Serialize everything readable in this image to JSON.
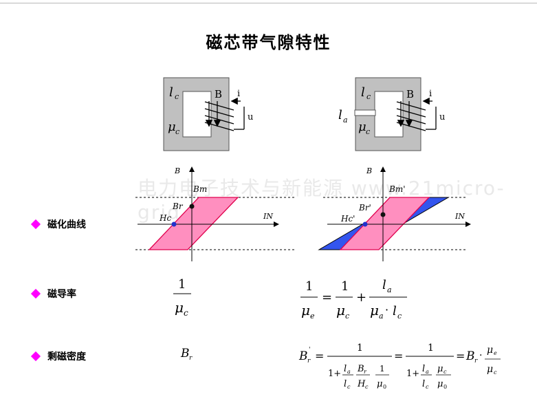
{
  "title": "磁芯带气隙特性",
  "bullets": [
    {
      "label": "磁化曲线"
    },
    {
      "label": "磁导率"
    },
    {
      "label": "剩磁密度"
    }
  ],
  "watermark": "电力电子技术与新能源 www.21micro-grid.cn",
  "core_left": {
    "lc": "l",
    "lc_sub": "c",
    "muc": "μ",
    "muc_sub": "c",
    "B": "B",
    "i": "i",
    "u": "u"
  },
  "core_right": {
    "lc": "l",
    "lc_sub": "c",
    "muc": "μ",
    "muc_sub": "c",
    "la": "l",
    "la_sub": "a",
    "B": "B",
    "i": "i",
    "u": "u"
  },
  "curve_left": {
    "B": "B",
    "Bm": "Bm",
    "Br": "Br",
    "Hc": "Hc",
    "IN": "IN"
  },
  "curve_right": {
    "B": "B",
    "Bm": "Bm'",
    "Br": "Br'",
    "Hc": "Hc'",
    "IN": "IN"
  },
  "colors": {
    "hysteresis_fill": "#ff8fbf",
    "hysteresis_stroke": "#e0004d",
    "blue_fill": "#3355ee",
    "core_fill": "#c0c0c0",
    "bullet": "#ff00ff"
  },
  "formulas": {
    "perm_left_num": "1",
    "perm_left_den": "μ",
    "perm_left_den_sub": "c",
    "perm_right": {
      "one": "1",
      "mu_e": "μ",
      "e": "e",
      "eq": "=",
      "plus": "+",
      "mu_c": "μ",
      "c": "c",
      "l": "l",
      "a": "a",
      "mu_a": "μ",
      "dot": "·",
      "lc": "l"
    },
    "br_left": "B",
    "br_left_sub": "r"
  }
}
